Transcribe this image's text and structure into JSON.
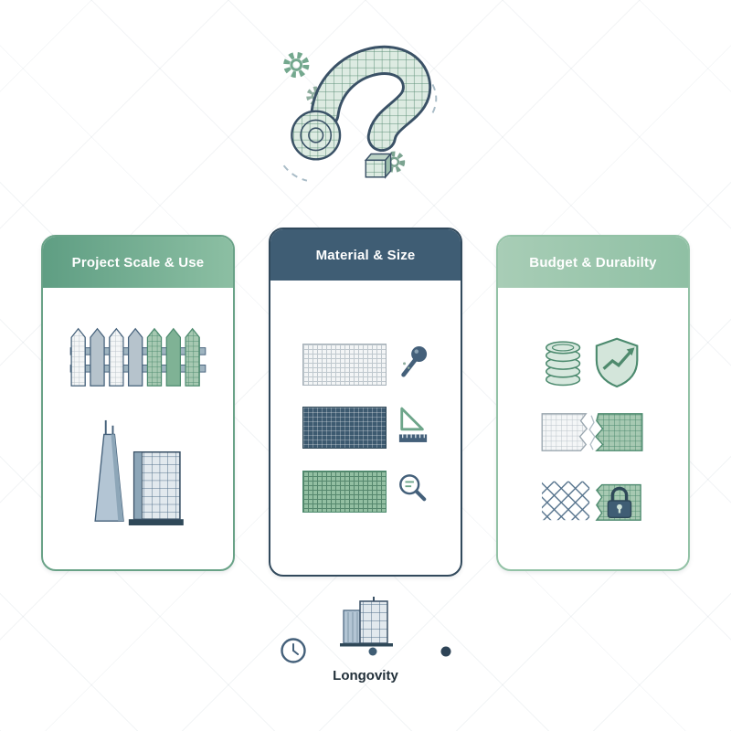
{
  "illustration": {
    "name": "mesh-roll-question-mark",
    "icons": [
      "gear-icon",
      "gear-icon",
      "gear-icon",
      "mesh-roll-icon",
      "mesh-cube-icon"
    ]
  },
  "cards": [
    {
      "title": "Project Scale & Use",
      "header_color_start": "#5f9e83",
      "header_color_end": "#8cbfa3",
      "icons": [
        "picket-fence-icon",
        "buildings-icon"
      ]
    },
    {
      "title": "Material & Size",
      "header_color_start": "#3f5d74",
      "header_color_end": "#3f5d74",
      "icons": [
        "gray-mesh-swatch",
        "mallet-icon",
        "dark-mesh-swatch",
        "set-square-ruler-icon",
        "green-mesh-swatch",
        "magnifier-icon"
      ]
    },
    {
      "title": "Budget & Durabilty",
      "header_color_start": "#a8cdb6",
      "header_color_end": "#8fc0a4",
      "icons": [
        "coin-stack-icon",
        "shield-growth-icon",
        "torn-mesh-icon",
        "chain-link-icon",
        "locked-mesh-icon"
      ]
    }
  ],
  "footer": {
    "label": "Longovity",
    "icons": [
      "clock-icon",
      "building-icon",
      "timeline-track"
    ]
  },
  "colors": {
    "green_accent": "#6da58a",
    "dark_slate": "#3f5d74",
    "light_green": "#9cc7ad",
    "card_body": "#ffffff",
    "text": "#22303a"
  }
}
